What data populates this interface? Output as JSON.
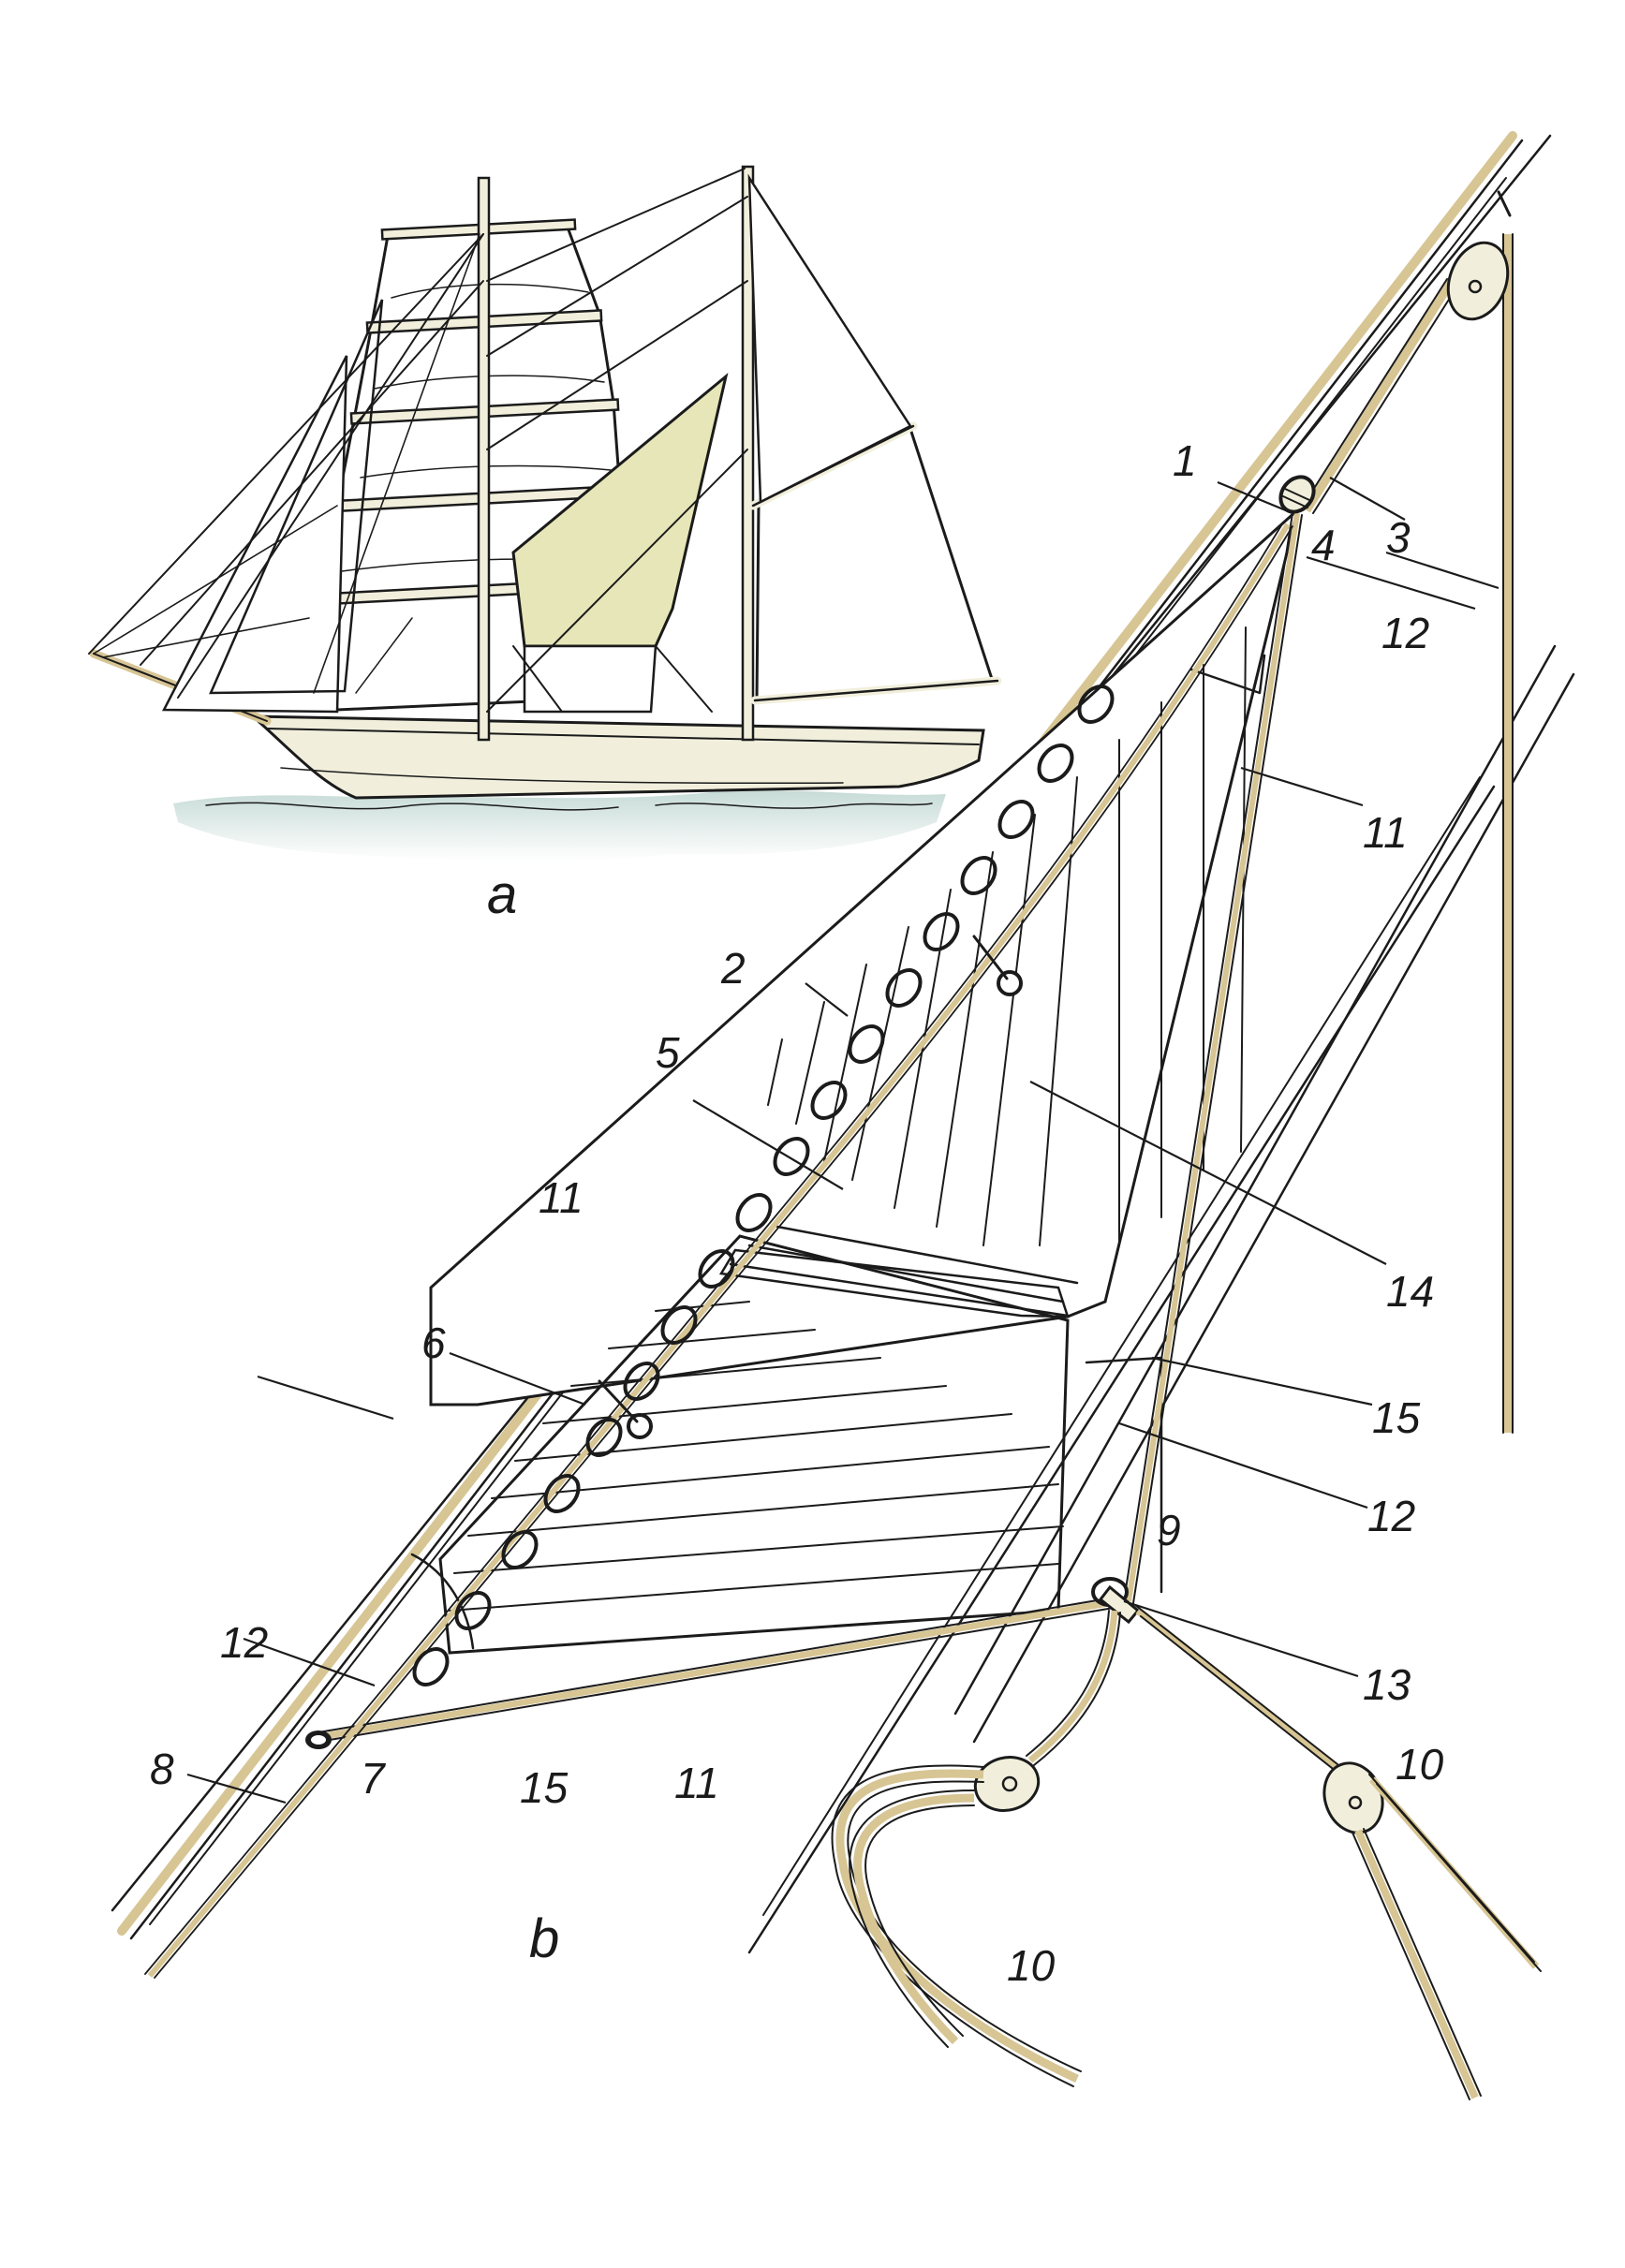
{
  "colors": {
    "ink": "#1b1b1b",
    "rope": "#d7c594",
    "sail_fill": "#e7e6b8",
    "hull_fill": "#f1efdc",
    "water": "#a9c7c0",
    "paper": "#ffffff"
  },
  "captions": {
    "a": "a",
    "b": "b"
  },
  "labels": [
    {
      "id": "l1",
      "text": "1"
    },
    {
      "id": "l2",
      "text": "2"
    },
    {
      "id": "l3",
      "text": "3"
    },
    {
      "id": "l4",
      "text": "4"
    },
    {
      "id": "l5",
      "text": "5"
    },
    {
      "id": "l6",
      "text": "6"
    },
    {
      "id": "l7",
      "text": "7"
    },
    {
      "id": "l8",
      "text": "8"
    },
    {
      "id": "l9",
      "text": "9"
    },
    {
      "id": "l10a",
      "text": "10"
    },
    {
      "id": "l10b",
      "text": "10"
    },
    {
      "id": "l11a",
      "text": "11"
    },
    {
      "id": "l11b",
      "text": "11"
    },
    {
      "id": "l11c",
      "text": "11"
    },
    {
      "id": "l12a",
      "text": "12"
    },
    {
      "id": "l12b",
      "text": "12"
    },
    {
      "id": "l12c",
      "text": "12"
    },
    {
      "id": "l13",
      "text": "13"
    },
    {
      "id": "l14",
      "text": "14"
    },
    {
      "id": "l15a",
      "text": "15"
    },
    {
      "id": "l15b",
      "text": "15"
    }
  ]
}
